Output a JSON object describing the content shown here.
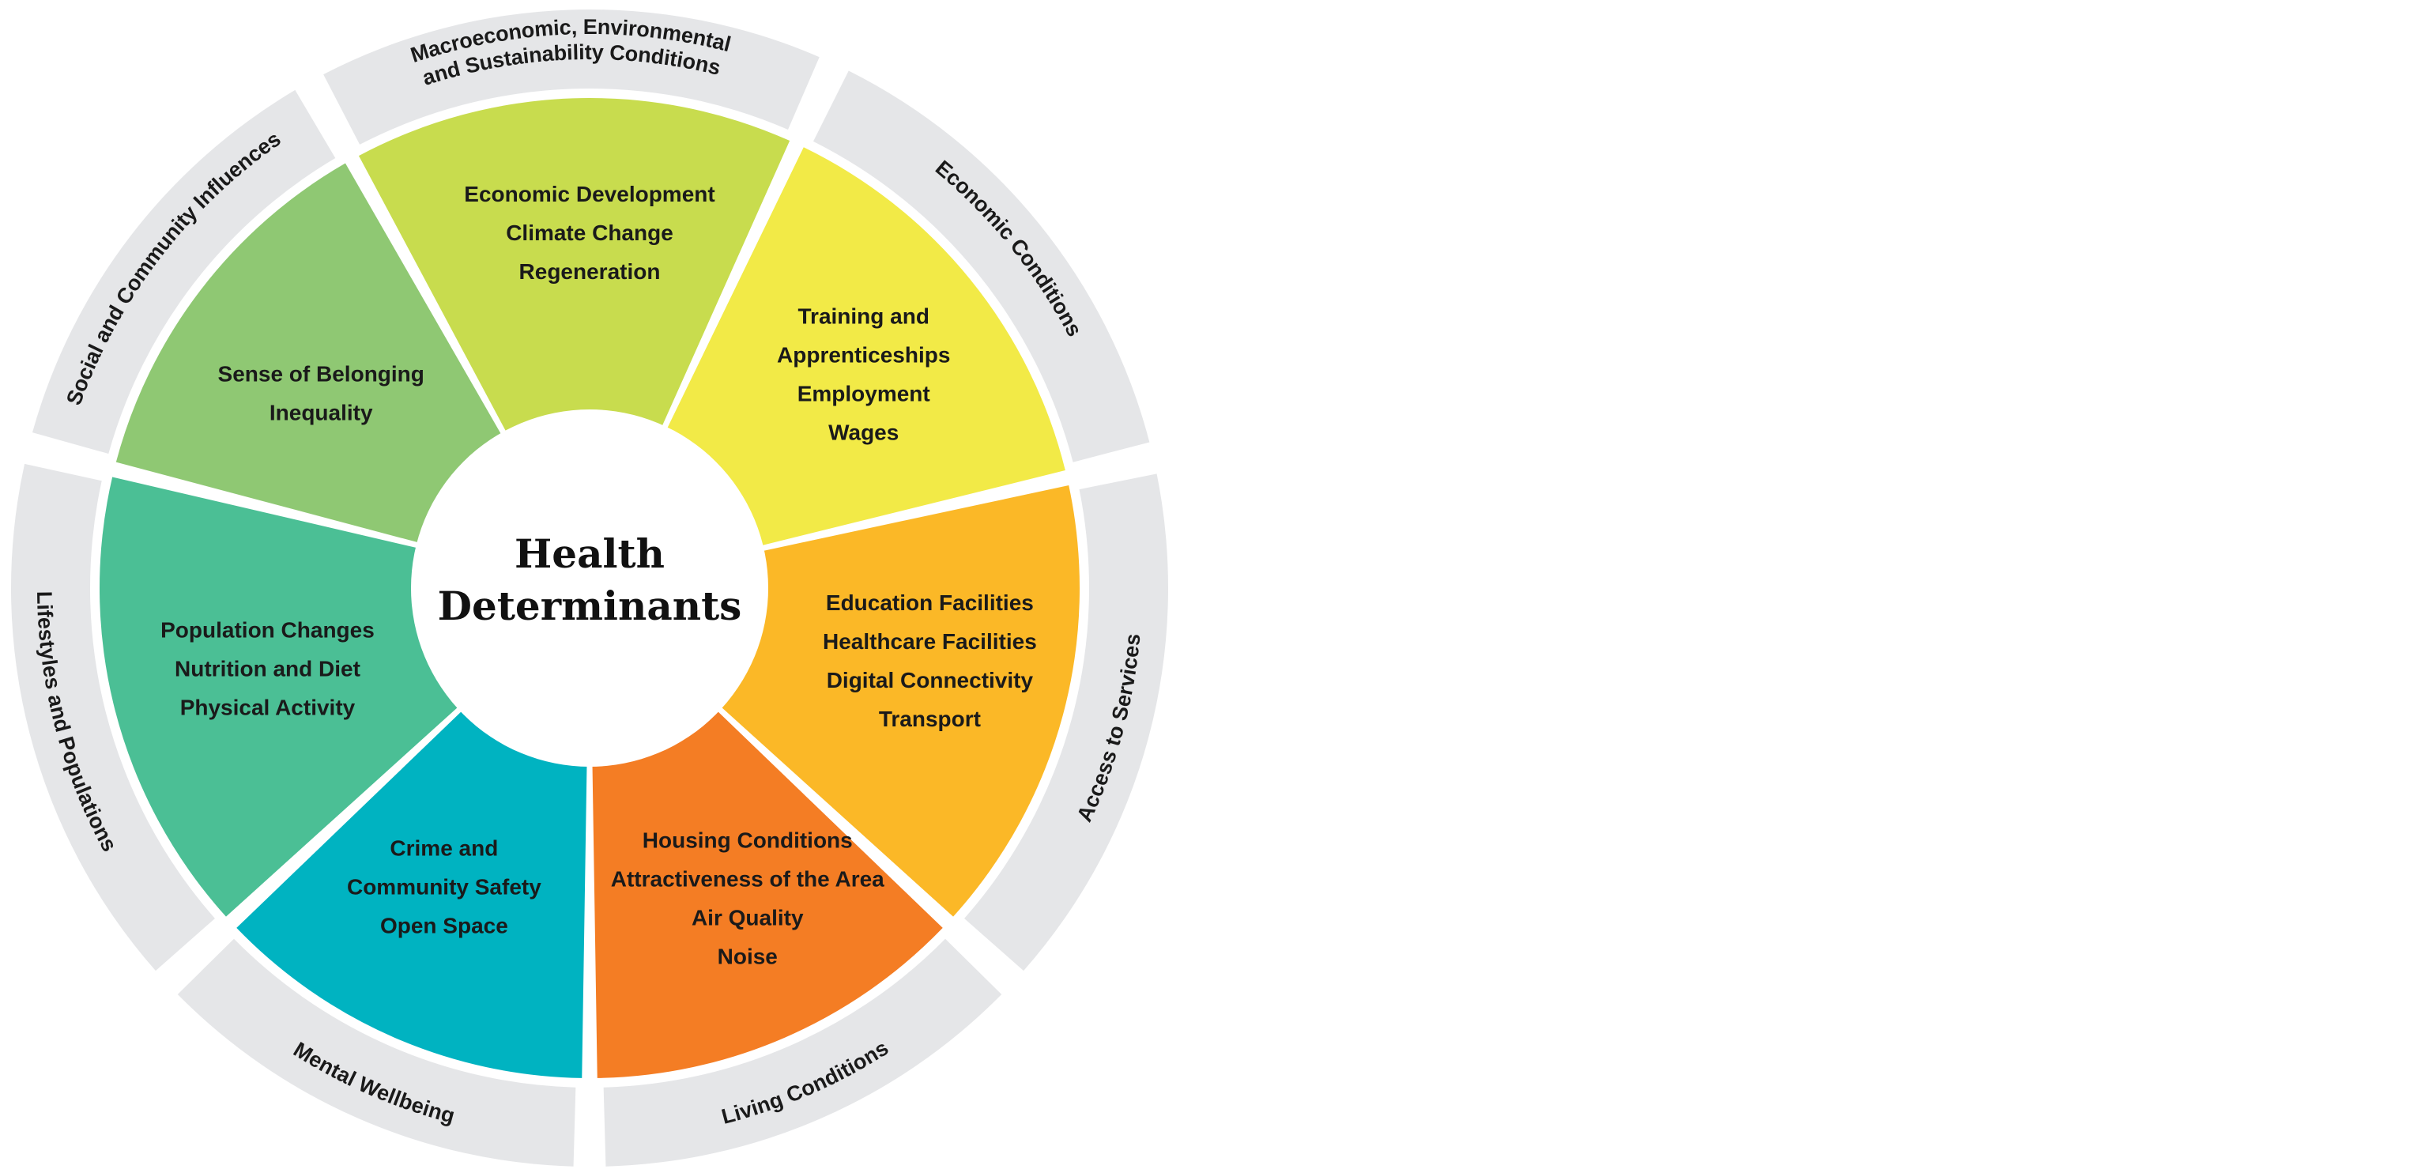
{
  "center": {
    "title_line1": "Health",
    "title_line2": "Determinants"
  },
  "ring_color": "#e5e6e8",
  "segments": [
    {
      "name": "macroeconomic",
      "color": "#c8dc4e",
      "ring_lines": [
        "Macroeconomic, Environmental",
        "and Sustainability Conditions"
      ],
      "items": [
        "Economic Development",
        "Climate Change",
        "Regeneration"
      ]
    },
    {
      "name": "economic",
      "color": "#f2ea47",
      "ring_lines": [
        "Economic Conditions"
      ],
      "items": [
        "Training and",
        "Apprenticeships",
        "Employment",
        "Wages"
      ]
    },
    {
      "name": "access",
      "color": "#fbb827",
      "ring_lines": [
        "Access to Services"
      ],
      "items": [
        "Education Facilities",
        "Healthcare Facilities",
        "Digital Connectivity",
        "Transport"
      ]
    },
    {
      "name": "living",
      "color": "#f47d24",
      "ring_lines": [
        "Living Conditions"
      ],
      "items": [
        "Housing Conditions",
        "Attractiveness of the Area",
        "Air Quality",
        "Noise"
      ]
    },
    {
      "name": "mental",
      "color": "#00b3c1",
      "ring_lines": [
        "Mental Wellbeing"
      ],
      "items": [
        "Crime and",
        "Community Safety",
        "Open Space"
      ]
    },
    {
      "name": "lifestyles",
      "color": "#4bbf95",
      "ring_lines": [
        "Lifestyles and Populations"
      ],
      "items": [
        "Population Changes",
        "Nutrition and Diet",
        "Physical Activity"
      ]
    },
    {
      "name": "social",
      "color": "#8fc873",
      "ring_lines": [
        "Social and Community Influences"
      ],
      "items": [
        "Sense of Belonging",
        "Inequality"
      ]
    }
  ]
}
